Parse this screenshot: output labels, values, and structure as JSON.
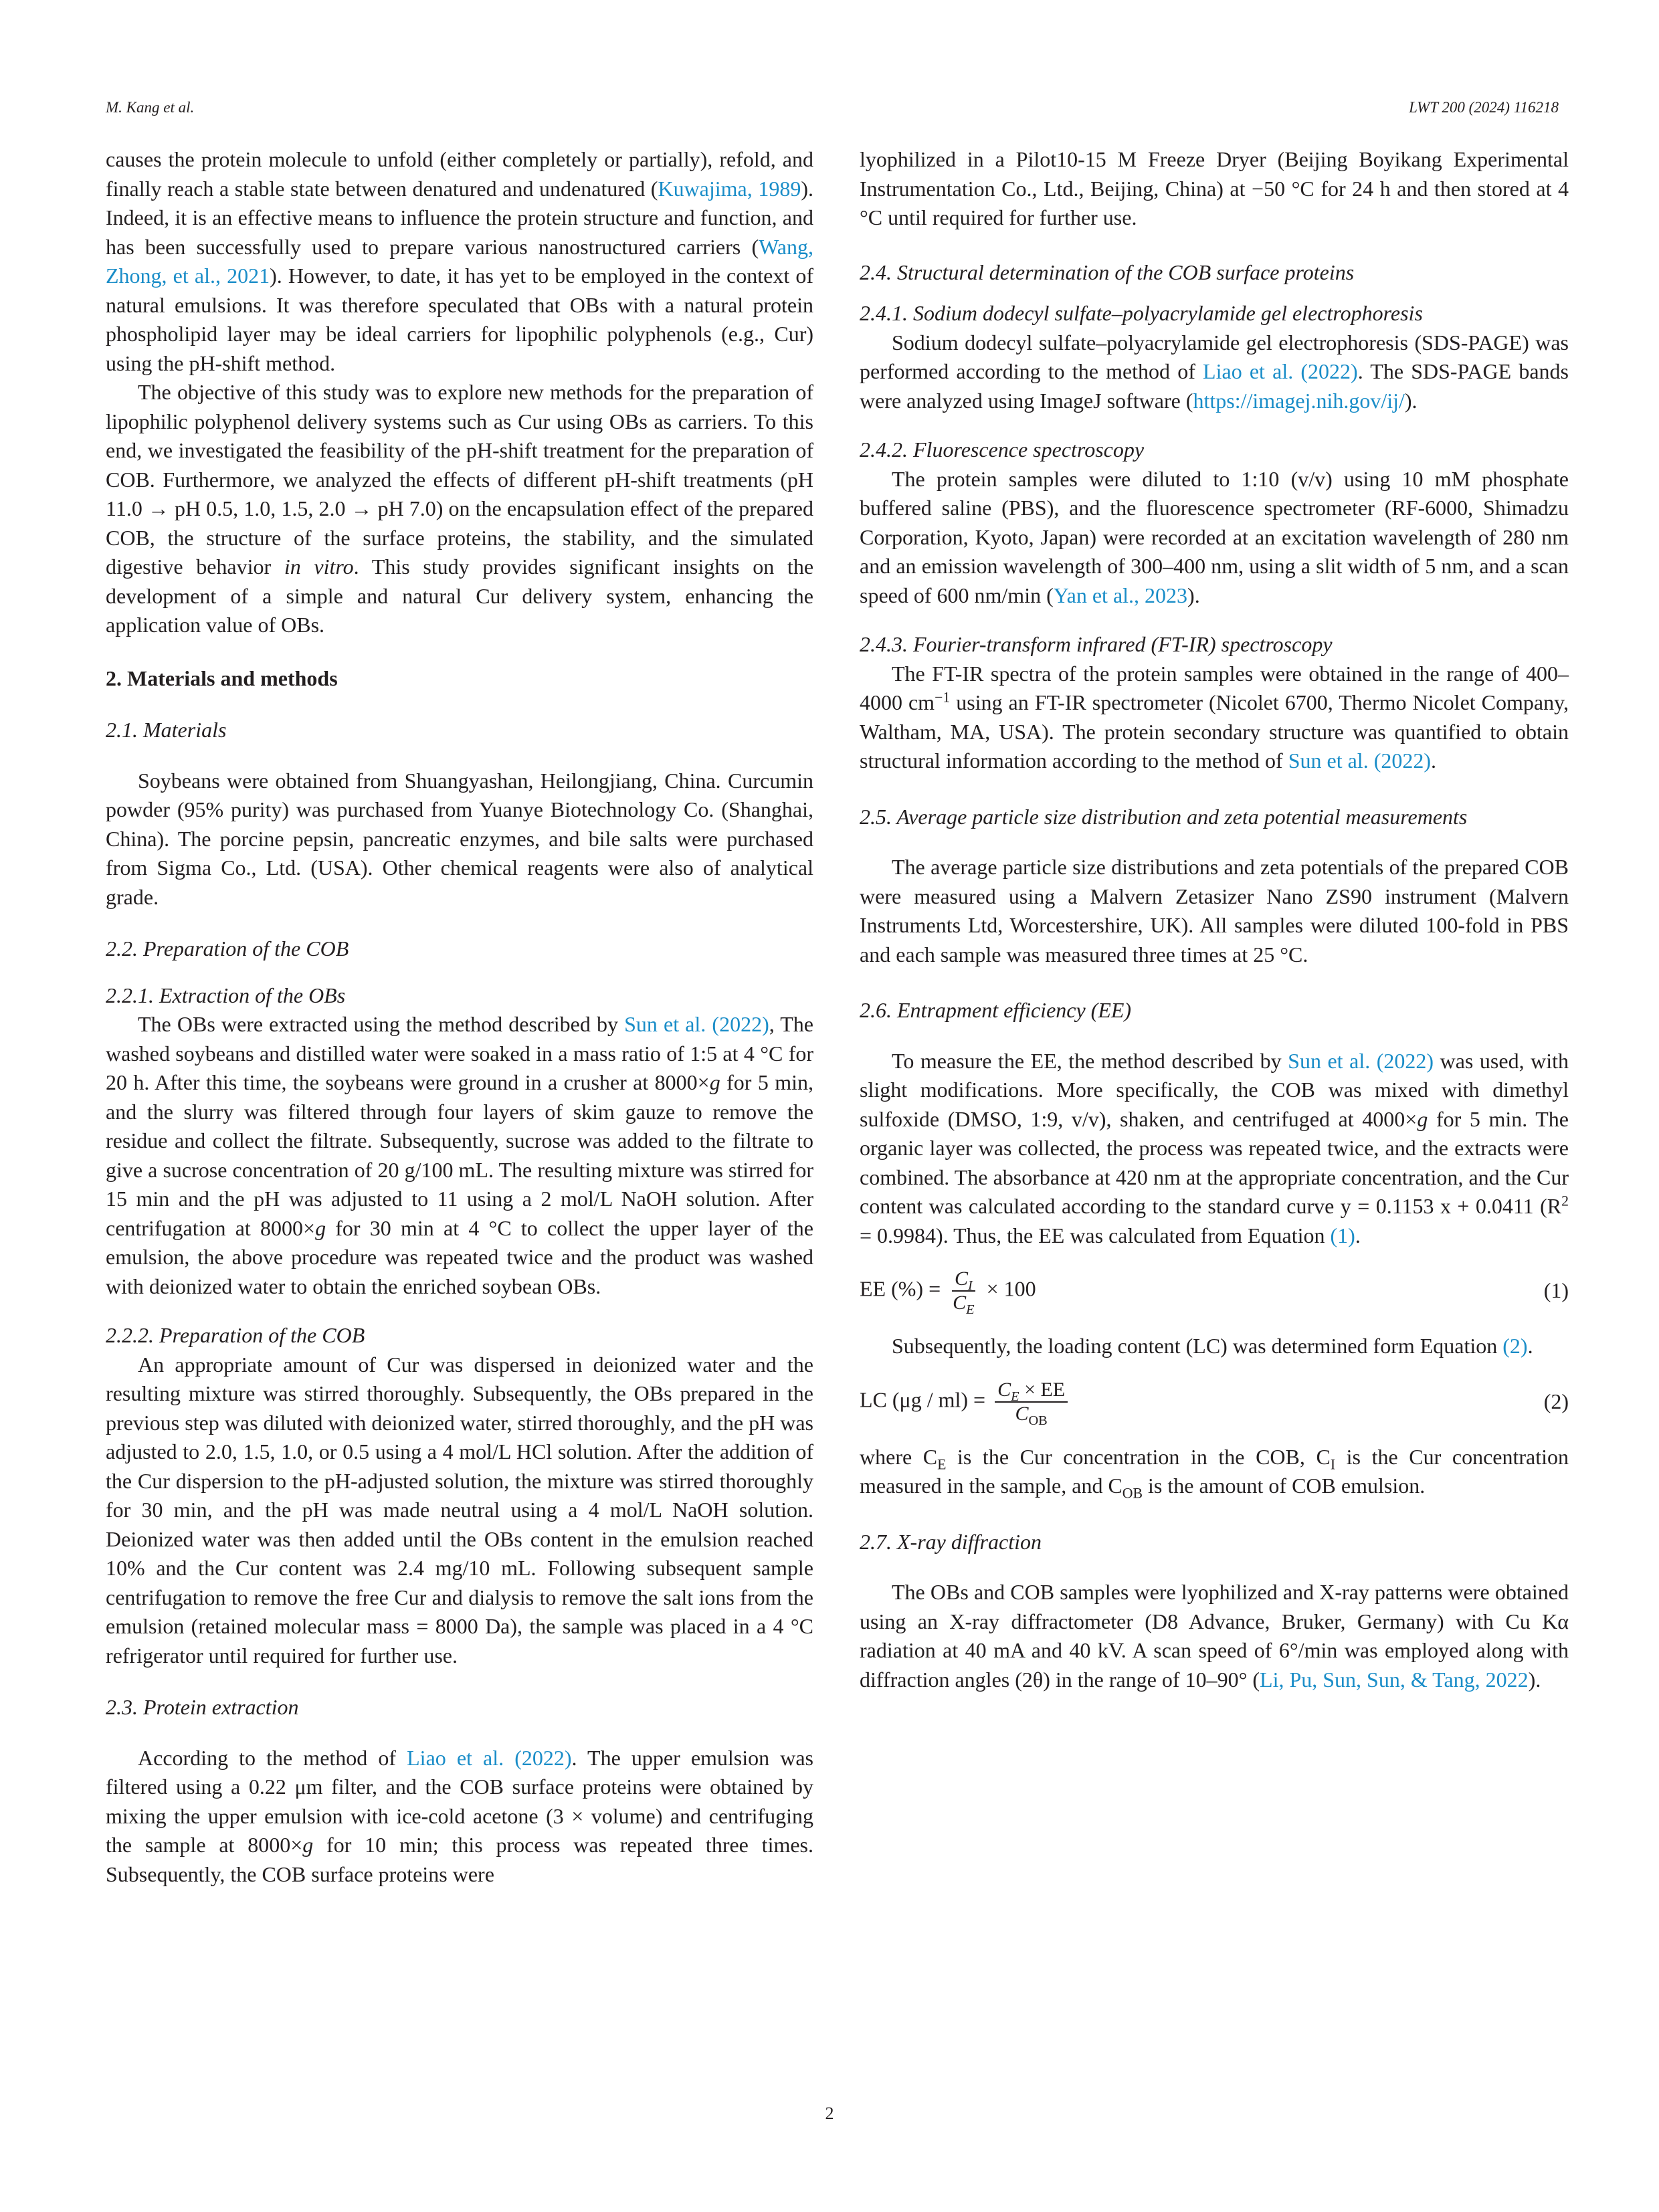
{
  "header": {
    "left": "M. Kang et al.",
    "right": "LWT 200 (2024) 116218"
  },
  "page_number": "2",
  "left_column": {
    "intro_p1_a": "causes the protein molecule to unfold (either completely or partially), refold, and finally reach a stable state between denatured and undenatured (",
    "intro_p1_cite1": "Kuwajima, 1989",
    "intro_p1_b": "). Indeed, it is an effective means to influence the protein structure and function, and has been successfully used to prepare various nanostructured carriers (",
    "intro_p1_cite2": "Wang, Zhong, et al., 2021",
    "intro_p1_c": "). However, to date, it has yet to be employed in the context of natural emulsions. It was therefore speculated that OBs with a natural protein phospholipid layer may be ideal carriers for lipophilic polyphenols (e.g., Cur) using the pH-shift method.",
    "intro_p2_a": "The objective of this study was to explore new methods for the preparation of lipophilic polyphenol delivery systems such as Cur using OBs as carriers. To this end, we investigated the feasibility of the pH-shift treatment for the preparation of COB. Furthermore, we analyzed the effects of different pH-shift treatments (pH 11.0 → pH 0.5, 1.0, 1.5, 2.0 → pH 7.0) on the encapsulation effect of the prepared COB, the structure of the surface proteins, the stability, and the simulated digestive behavior ",
    "intro_p2_italic": "in vitro",
    "intro_p2_b": ". This study provides significant insights on the development of a simple and natural Cur delivery system, enhancing the application value of OBs.",
    "sec2_heading": "2.  Materials and methods",
    "sec21_heading": "2.1.  Materials",
    "sec21_text": "Soybeans were obtained from Shuangyashan, Heilongjiang, China. Curcumin powder (95% purity) was purchased from Yuanye Biotechnology Co. (Shanghai, China). The porcine pepsin, pancreatic enzymes, and bile salts were purchased from Sigma Co., Ltd. (USA). Other chemical reagents were also of analytical grade.",
    "sec22_heading": "2.2.  Preparation of the COB",
    "sec221_heading": "2.2.1.  Extraction of the OBs",
    "sec221_a": "The OBs were extracted using the method described by ",
    "sec221_cite": "Sun et al. (2022)",
    "sec221_b": ", The washed soybeans and distilled water were soaked in a mass ratio of 1:5 at 4 °C for 20 h. After this time, the soybeans were ground in a crusher at 8000×",
    "sec221_g1": "g",
    "sec221_c": " for 5 min, and the slurry was filtered through four layers of skim gauze to remove the residue and collect the filtrate. Subsequently, sucrose was added to the filtrate to give a sucrose concentration of 20 g/100 mL. The resulting mixture was stirred for 15 min and the pH was adjusted to 11 using a 2 mol/L NaOH solution. After centrifugation at 8000×",
    "sec221_g2": "g",
    "sec221_d": " for 30 min at 4 °C to collect the upper layer of the emulsion, the above procedure was repeated twice and the product was washed with deionized water to obtain the enriched soybean OBs.",
    "sec222_heading": "2.2.2.  Preparation of the COB",
    "sec222_text": "An appropriate amount of Cur was dispersed in deionized water and the resulting mixture was stirred thoroughly. Subsequently, the OBs prepared in the previous step was diluted with deionized water, stirred thoroughly, and the pH was adjusted to 2.0, 1.5, 1.0, or 0.5 using a 4 mol/L HCl solution. After the addition of the Cur dispersion to the pH-adjusted solution, the mixture was stirred thoroughly for 30 min, and the pH was made neutral using a 4 mol/L NaOH solution. Deionized water was then added until the OBs content in the emulsion reached 10% and the Cur content was 2.4 mg/10 mL. Following subsequent sample centrifugation to remove the free Cur and dialysis to remove the salt ions from the emulsion (retained molecular mass = 8000 Da), the sample was placed in a 4 °C refrigerator until required for further use.",
    "sec23_heading": "2.3.  Protein extraction",
    "sec23_a": "According to the method of ",
    "sec23_cite": "Liao et al. (2022)",
    "sec23_b": ". The upper emulsion was filtered using a 0.22 μm filter, and the COB surface proteins were obtained by mixing the upper emulsion with ice-cold acetone (3 × volume) and centrifuging the sample at 8000×",
    "sec23_g": "g",
    "sec23_c": " for 10 min; this process was repeated three times. Subsequently, the COB surface proteins were"
  },
  "right_column": {
    "cont_text": "lyophilized in a Pilot10-15 M Freeze Dryer (Beijing Boyikang Experimental Instrumentation Co., Ltd., Beijing, China) at −50 °C for 24 h and then stored at 4 °C until required for further use.",
    "sec24_heading": "2.4.  Structural determination of the COB surface proteins",
    "sec241_heading": "2.4.1.  Sodium dodecyl sulfate–polyacrylamide gel electrophoresis",
    "sec241_a": "Sodium dodecyl sulfate–polyacrylamide gel electrophoresis (SDS-PAGE) was performed according to the method of ",
    "sec241_cite": "Liao et al. (2022)",
    "sec241_b": ". The SDS-PAGE bands were analyzed using ImageJ software (",
    "sec241_url": "https://imagej.nih.gov/ij/",
    "sec241_c": ").",
    "sec242_heading": "2.4.2.  Fluorescence spectroscopy",
    "sec242_a": "The protein samples were diluted to 1:10 (v/v) using 10 mM phosphate buffered saline (PBS), and the fluorescence spectrometer (RF-6000, Shimadzu Corporation, Kyoto, Japan) were recorded at an excitation wavelength of 280 nm and an emission wavelength of 300–400 nm, using a slit width of 5 nm, and a scan speed of 600 nm/min (",
    "sec242_cite": "Yan et al., 2023",
    "sec242_b": ").",
    "sec243_heading": "2.4.3.  Fourier-transform infrared (FT-IR) spectroscopy",
    "sec243_a": "The FT-IR spectra of the protein samples were obtained in the range of 400–4000 cm",
    "sec243_sup": "−1",
    "sec243_b": " using an FT-IR spectrometer (Nicolet 6700, Thermo Nicolet Company, Waltham, MA, USA). The protein secondary structure was quantified to obtain structural information according to the method of ",
    "sec243_cite": "Sun et al. (2022)",
    "sec243_c": ".",
    "sec25_heading": "2.5.  Average particle size distribution and zeta potential measurements",
    "sec25_text": "The average particle size distributions and zeta potentials of the prepared COB were measured using a Malvern Zetasizer Nano ZS90 instrument (Malvern Instruments Ltd, Worcestershire, UK). All samples were diluted 100-fold in PBS and each sample was measured three times at 25 °C.",
    "sec26_heading": "2.6.  Entrapment efficiency (EE)",
    "sec26_a": "To measure the EE, the method described by ",
    "sec26_cite": "Sun et al. (2022)",
    "sec26_b": " was used, with slight modifications. More specifically, the COB was mixed with dimethyl sulfoxide (DMSO, 1:9, v/v), shaken, and centrifuged at 4000×",
    "sec26_g": "g",
    "sec26_c": " for 5 min. The organic layer was collected, the process was repeated twice, and the extracts were combined. The absorbance at 420 nm at the appropriate concentration, and the Cur content was calculated according to the standard curve y = 0.1153 x + 0.0411 (R",
    "sec26_sup": "2",
    "sec26_d": " = 0.9984). Thus, the EE was calculated from Equation ",
    "sec26_eqref": "(1)",
    "sec26_e": ".",
    "eq1_lhs": "EE (%) =",
    "eq1_num": "C",
    "eq1_num_sub": "I",
    "eq1_den": "C",
    "eq1_den_sub": "E",
    "eq1_rhs": "× 100",
    "eq1_no": "(1)",
    "sec26_f": "Subsequently, the loading content (LC) was determined form Equation ",
    "sec26_eqref2": "(2)",
    "sec26_g2": ".",
    "eq2_lhs": "LC (μg / ml) =",
    "eq2_num": "C",
    "eq2_num_sub": "E",
    "eq2_num_rest": " × EE",
    "eq2_den": "C",
    "eq2_den_sub": "OB",
    "eq2_no": "(2)",
    "where_a": "where C",
    "where_sub1": "E",
    "where_b": " is the Cur concentration in the COB, C",
    "where_sub2": "I",
    "where_c": " is the Cur concentration measured in the sample, and C",
    "where_sub3": "OB",
    "where_d": " is the amount of COB emulsion.",
    "sec27_heading": "2.7.  X-ray diffraction",
    "sec27_a": "The OBs and COB samples were lyophilized and X-ray patterns were obtained using an X-ray diffractometer (D8 Advance, Bruker, Germany) with Cu Kα radiation at 40 mA and 40 kV. A scan speed of 6°/min was employed along with diffraction angles (2θ) in the range of 10–90° (",
    "sec27_cite": "Li, Pu, Sun, Sun, & Tang, 2022",
    "sec27_b": ")."
  }
}
